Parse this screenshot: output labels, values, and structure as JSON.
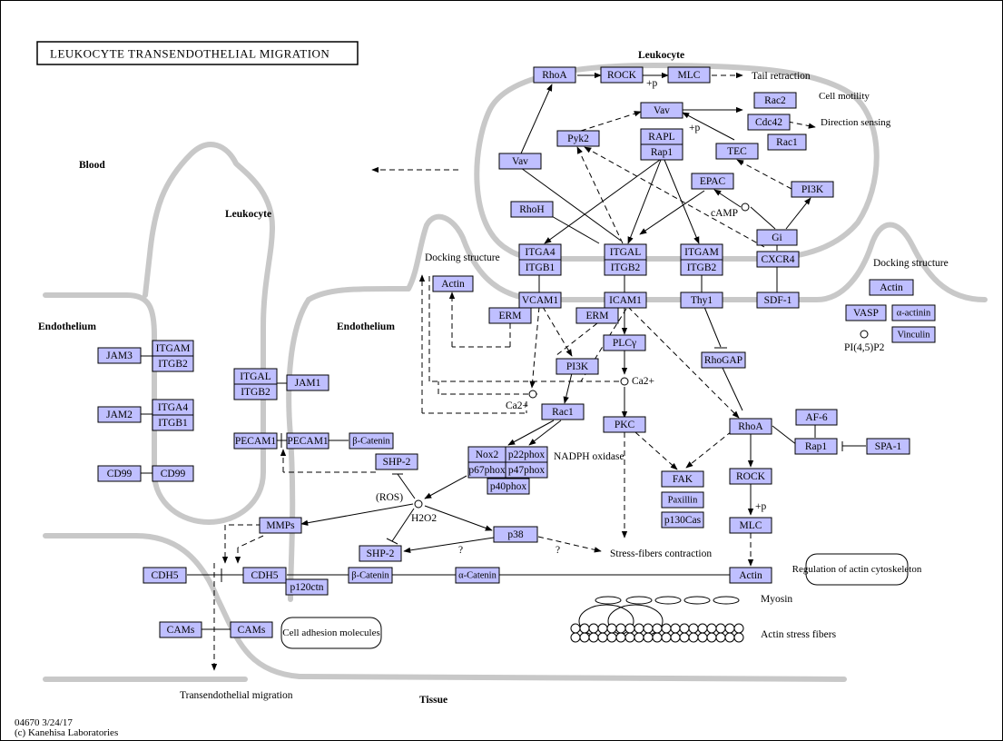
{
  "title": "LEUKOCYTE TRANSENDOTHELIAL MIGRATION",
  "footer": {
    "map_id": "04670 3/24/17",
    "copyright": "(c) Kanehisa Laboratories"
  },
  "region_labels": {
    "blood": "Blood",
    "leukocyte_top": "Leukocyte",
    "leukocyte_left": "Leukocyte",
    "endothelium_left": "Endothelium",
    "endothelium_mid": "Endothelium",
    "tissue": "Tissue"
  },
  "annotations": {
    "tail_retraction": "Tail retraction",
    "cell_motility": "Cell motility",
    "direction_sensing": "Direction sensing",
    "docking_left": "Docking structure",
    "docking_right": "Docking structure",
    "camp": "cAMP",
    "ca2_a": "Ca2+",
    "ca2_b": "Ca2+",
    "nadph": "NADPH oxidase",
    "ros": "(ROS)",
    "h2o2": "H2O2",
    "pip2": "PI(4,5)P2",
    "p_rock": "+p",
    "p_vav": "+p",
    "p_mlc": "+p",
    "q1": "?",
    "q2": "?",
    "stress_fibers": "Stress-fibers contraction",
    "transendothelial": "Transendothelial migration",
    "myosin": "Myosin",
    "actin_stress": "Actin stress fibers",
    "regulation": "Regulation of actin cytoskeleton",
    "cell_adhesion": "Cell adhesion molecules"
  },
  "nodes": {
    "rhoa_top": "RhoA",
    "rock_top": "ROCK",
    "mlc_top": "MLC",
    "vav_top": "Vav",
    "rac2": "Rac2",
    "cdc42": "Cdc42",
    "rac1_top": "Rac1",
    "pyk2": "Pyk2",
    "rapl": "RAPL",
    "rap1_top": "Rap1",
    "tec": "TEC",
    "vav_left": "Vav",
    "epac": "EPAC",
    "pi3k_top": "PI3K",
    "rhoh": "RhoH",
    "gi": "Gi",
    "itga4_l": "ITGA4",
    "itgb1_l": "ITGB1",
    "itgal_l": "ITGAL",
    "itgb2_l": "ITGB2",
    "itgam_l": "ITGAM",
    "itgb2_m": "ITGB2",
    "cxcr4": "CXCR4",
    "actin_dock": "Actin",
    "vcam1": "VCAM1",
    "icam1": "ICAM1",
    "thy1": "Thy1",
    "sdf1": "SDF-1",
    "actin_r": "Actin",
    "erm1": "ERM",
    "erm2": "ERM",
    "vasp": "VASP",
    "aactinin": "α-actinin",
    "vinculin": "Vinculin",
    "plcg": "PLCγ",
    "rhogap": "RhoGAP",
    "jam3": "JAM3",
    "itgam_e": "ITGAM",
    "itgb2_e": "ITGB2",
    "pi3k_mid": "PI3K",
    "itgal_e": "ITGAL",
    "itgb2_e2": "ITGB2",
    "jam1": "JAM1",
    "jam2": "JAM2",
    "itga4_e": "ITGA4",
    "itgb1_e": "ITGB1",
    "rac1_mid": "Rac1",
    "pkc": "PKC",
    "rhoa_mid": "RhoA",
    "af6": "AF-6",
    "pecam1_a": "PECAM1",
    "pecam1_b": "PECAM1",
    "bcat_top": "β-Catenin",
    "rap1_r": "Rap1",
    "spa1": "SPA-1",
    "shp2_top": "SHP-2",
    "nox2": "Nox2",
    "p22phox": "p22phox",
    "p67phox": "p67phox",
    "p47phox": "p47phox",
    "p40phox": "p40phox",
    "cd99_a": "CD99",
    "cd99_b": "CD99",
    "fak": "FAK",
    "rock_mid": "ROCK",
    "paxillin": "Paxillin",
    "p130cas": "p130Cas",
    "mmps": "MMPs",
    "mlc_mid": "MLC",
    "p38": "p38",
    "shp2_bot": "SHP-2",
    "cdh5_a": "CDH5",
    "cdh5_b": "CDH5",
    "bcat_bot": "β-Catenin",
    "acat": "α-Catenin",
    "actin_bot": "Actin",
    "p120ctn": "p120ctn",
    "cams_a": "CAMs",
    "cams_b": "CAMs"
  }
}
